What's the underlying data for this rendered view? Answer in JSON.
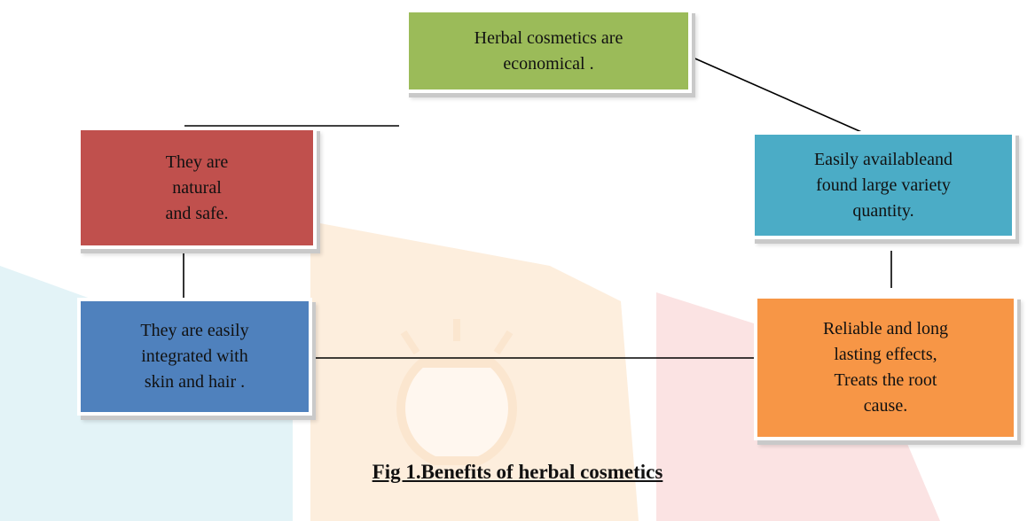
{
  "diagram": {
    "nodes": [
      {
        "id": "economical",
        "text": "Herbal cosmetics are\neconomical .",
        "color": "#9BBB59"
      },
      {
        "id": "natural",
        "text": "They are\nnatural\nand safe.",
        "color": "#C0504D"
      },
      {
        "id": "available",
        "text": "Easily availableand\nfound large variety\nquantity.",
        "color": "#4BACC6"
      },
      {
        "id": "integrated",
        "text": "They are easily\nintegrated with\nskin and hair .",
        "color": "#4F81BD"
      },
      {
        "id": "reliable",
        "text": "Reliable and long\nlasting effects,\nTreats the root\ncause.",
        "color": "#F79646"
      }
    ],
    "caption": "Fig 1.Benefits of herbal cosmetics"
  }
}
